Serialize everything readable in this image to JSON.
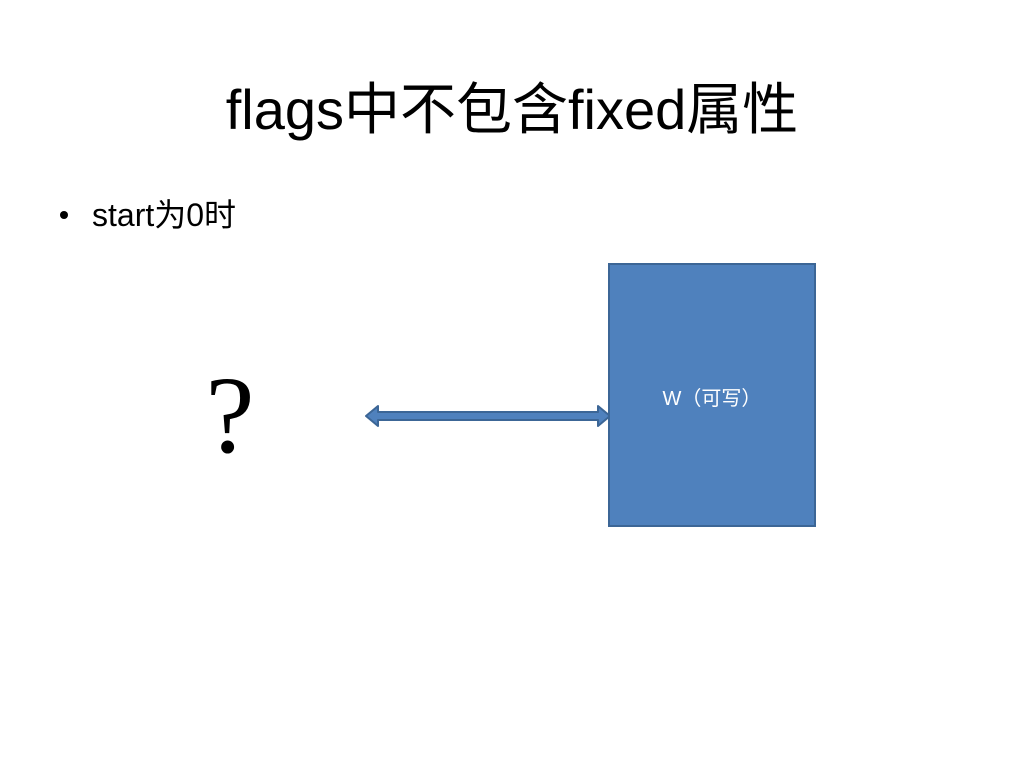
{
  "slide": {
    "title": "flags中不包含fixed属性",
    "bullets": [
      {
        "text": "start为0时"
      }
    ]
  },
  "diagram": {
    "question_mark": "?",
    "arrow": {
      "direction": "bidirectional",
      "color": "#4f81bd",
      "outline_color": "#3c6696"
    },
    "memory_box": {
      "label": "W（可写）",
      "fill_color": "#4f81bd",
      "border_color": "#3c6696",
      "text_color": "#ffffff"
    }
  }
}
